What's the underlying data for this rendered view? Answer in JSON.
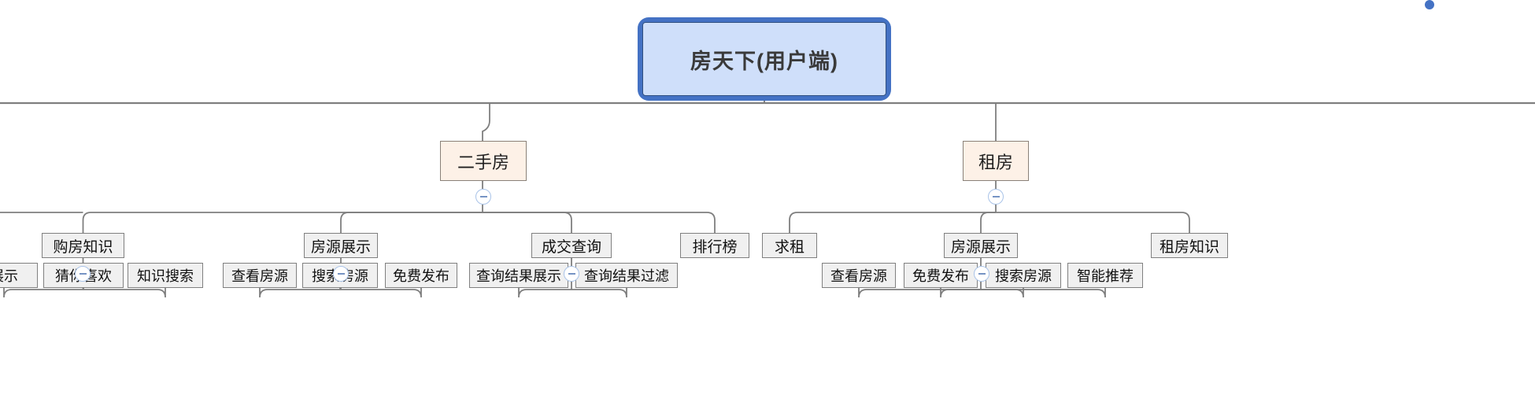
{
  "diagram": {
    "type": "tree-mindmap",
    "title": "房天下(用户端)",
    "colors": {
      "root_border": "#4472c4",
      "root_fill": "#cfdffa",
      "level2_fill": "#fdf1e7",
      "level2_border": "#8a8178",
      "leaf_fill": "#f0f0f0",
      "leaf_border": "#808080",
      "connector": "#7f7f7f",
      "toggle_border": "#a9c3e8",
      "toggle_minus": "#7694c4"
    },
    "toggle_icon_name": "collapse-minus-icon"
  },
  "root": {
    "label": "房天下(用户端)"
  },
  "nodes": {
    "n_ershoufang": "二手房",
    "n_zufang": "租房",
    "n_goufangzhishi": "购房知识",
    "n_fangyuanzhanshi_1": "房源展示",
    "n_chengjiaochaxun": "成交查询",
    "n_paihangbang": "排行榜",
    "n_qiuzu": "求租",
    "n_fangyuanzhanshi_2": "房源展示",
    "n_zufangzhishi": "租房知识",
    "n_zhanshi_clipped": "展示",
    "n_cainixihuan": "猜你喜欢",
    "n_zhishisousuo": "知识搜索",
    "n_chakanfangyuan_1": "查看房源",
    "n_sousuofangyuan_1": "搜索房源",
    "n_mianfeifabu_1": "免费发布",
    "n_chaxunjieguozhanshi": "查询结果展示",
    "n_chaxunjieguoguolv": "查询结果过滤",
    "n_chakanfangyuan_2": "查看房源",
    "n_mianfeifabu_2": "免费发布",
    "n_sousuofangyuan_2": "搜索房源",
    "n_zhinengtuijian": "智能推荐"
  }
}
